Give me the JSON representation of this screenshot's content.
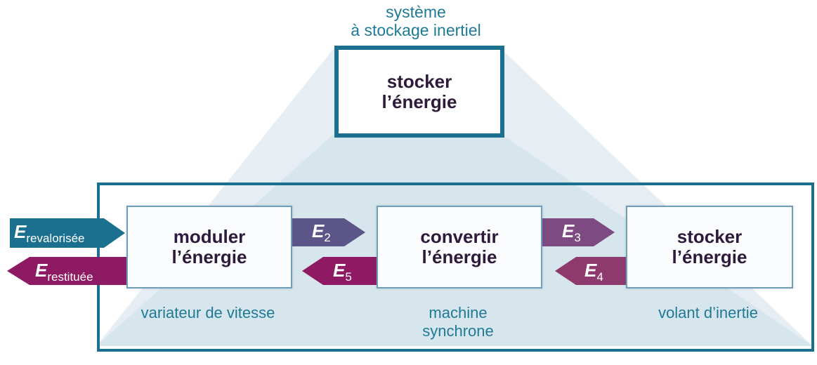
{
  "system": {
    "title_line1": "système",
    "title_line2": "à stockage inertiel",
    "function_line1": "stocker",
    "function_line2": "l’énergie"
  },
  "components": [
    {
      "function_line1": "moduler",
      "function_line2": "l’énergie",
      "label_line1": "variateur de vitesse",
      "label_line2": ""
    },
    {
      "function_line1": "convertir",
      "function_line2": "l’énergie",
      "label_line1": "machine",
      "label_line2": "synchrone"
    },
    {
      "function_line1": "stocker",
      "function_line2": "l’énergie",
      "label_line1": "volant d’inertie",
      "label_line2": ""
    }
  ],
  "flows": [
    {
      "symbol": "E",
      "subscript": "revalorisée",
      "direction": "right",
      "color": "#1b7090"
    },
    {
      "symbol": "E",
      "subscript": "restituée",
      "direction": "left",
      "color": "#8e1a63"
    },
    {
      "symbol": "E",
      "subscript": "2",
      "direction": "right",
      "color": "#5b5687"
    },
    {
      "symbol": "E",
      "subscript": "5",
      "direction": "left",
      "color": "#8e1a63"
    },
    {
      "symbol": "E",
      "subscript": "3",
      "direction": "right",
      "color": "#7d4a82"
    },
    {
      "symbol": "E",
      "subscript": "4",
      "direction": "left",
      "color": "#8e3a6e"
    }
  ],
  "colors": {
    "system_border": "#1b7090",
    "label_text": "#1f7a96",
    "function_text": "#2e1a3a"
  }
}
